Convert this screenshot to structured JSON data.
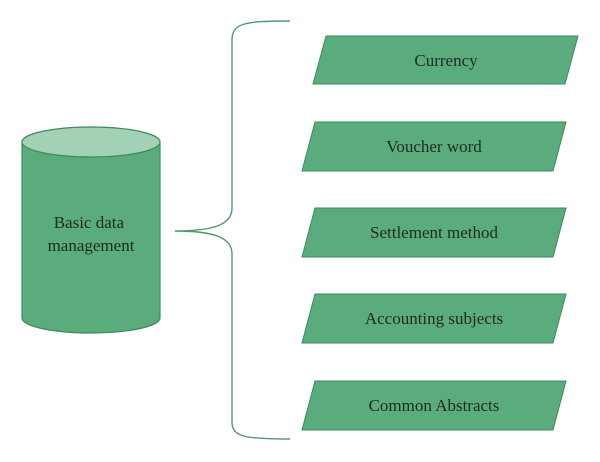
{
  "database": {
    "label_lines": [
      "Basic data",
      "management"
    ]
  },
  "items": [
    {
      "label": "Currency"
    },
    {
      "label": "Voucher word"
    },
    {
      "label": "Settlement method"
    },
    {
      "label": "Accounting subjects"
    },
    {
      "label": "Common Abstracts"
    }
  ],
  "colors": {
    "fill": "#5bac7c",
    "stroke": "#3d8a5c",
    "cylinder_top": "#a3d1b5",
    "brace": "#4f9a6c"
  }
}
